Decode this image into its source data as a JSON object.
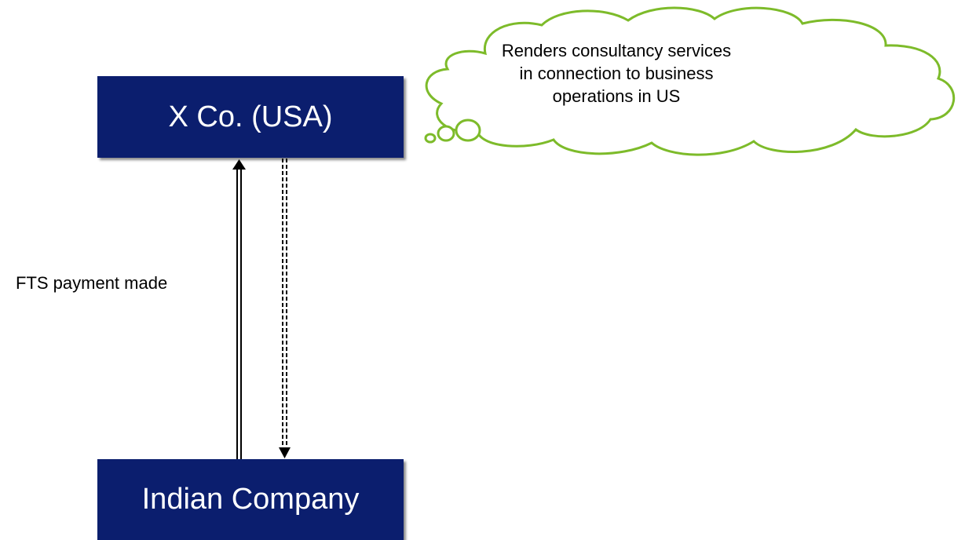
{
  "nodes": {
    "top": {
      "label": "X Co. (USA)"
    },
    "bottom": {
      "label": "Indian Company"
    }
  },
  "edges": {
    "payment": {
      "label": "FTS payment made",
      "style": "solid",
      "direction": "up"
    },
    "services": {
      "label": "",
      "style": "dashed",
      "direction": "down"
    }
  },
  "callout": {
    "lines": [
      "Renders consultancy services",
      "in connection to business",
      "operations in US"
    ]
  },
  "colors": {
    "box_fill": "#0b1e6e",
    "box_text": "#ffffff",
    "cloud_stroke": "#7dbb2a",
    "cloud_fill": "#ffffff",
    "arrow": "#000000"
  }
}
